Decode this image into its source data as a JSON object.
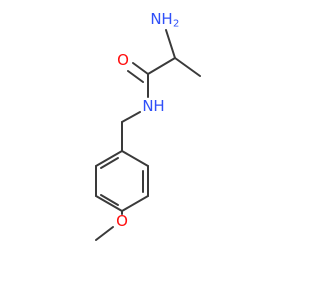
{
  "molecule": {
    "atoms": {
      "amine_n": {
        "element": "N",
        "label": "H",
        "subscript": "2"
      },
      "carbonyl_o": {
        "label": "O"
      },
      "amide_n": {
        "label": "N",
        "h_label": "H"
      },
      "ether_o": {
        "label": "O"
      }
    },
    "colors": {
      "bond": "#3a3a3a",
      "nitrogen": "#3050f8",
      "oxygen": "#ff0d0d"
    }
  }
}
